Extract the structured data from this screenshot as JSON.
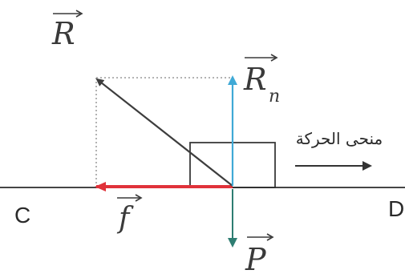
{
  "labels": {
    "R": "R",
    "Rn_main": "R",
    "Rn_sub": "n",
    "f": "f",
    "P": "P",
    "C": "C",
    "D": "D",
    "motion": "منحى الحركة"
  },
  "colors": {
    "ground": "#2b2b2b",
    "box": "#3a3a3a",
    "R": "#3d3d3d",
    "Rn": "#3fa9d6",
    "f": "#e0323a",
    "P": "#2e7d72",
    "dotted": "#9a9a9a",
    "motion_arrow": "#333333"
  }
}
